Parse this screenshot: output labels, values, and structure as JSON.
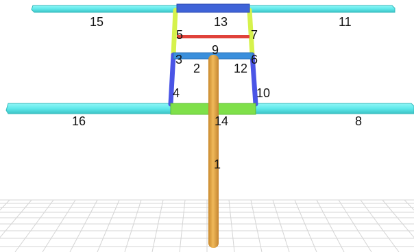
{
  "colors": {
    "background": "#ffffff",
    "grid": "#cfcfcf",
    "cyan_beam": "#5fe8ea",
    "cyan_beam_edge": "#2fb6b8",
    "blue_beam": "#3f63d8",
    "mid_blue": "#3a8fdc",
    "yellow_green": "#d8f24a",
    "red_bar": "#e0423a",
    "green_bar": "#7fe04a",
    "orange_post": "#e8a845"
  },
  "members": {
    "m1": "1",
    "m2": "2",
    "m3": "3",
    "m4": "4",
    "m5": "5",
    "m6": "6",
    "m7": "7",
    "m8": "8",
    "m9": "9",
    "m10": "10",
    "m11": "11",
    "m12": "12",
    "m13": "13",
    "m14": "14",
    "m15": "15",
    "m16": "16"
  }
}
